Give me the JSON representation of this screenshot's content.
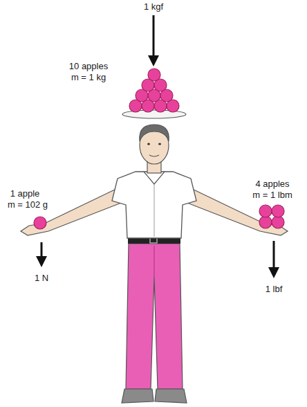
{
  "diagram": {
    "labels": [
      "1 kgf",
      "10 apples",
      "m = 1 kg",
      "1 apple",
      "m = 102 g",
      "4 apples",
      "m = 1 lbm",
      "1 N",
      "1 lbf"
    ]
  }
}
